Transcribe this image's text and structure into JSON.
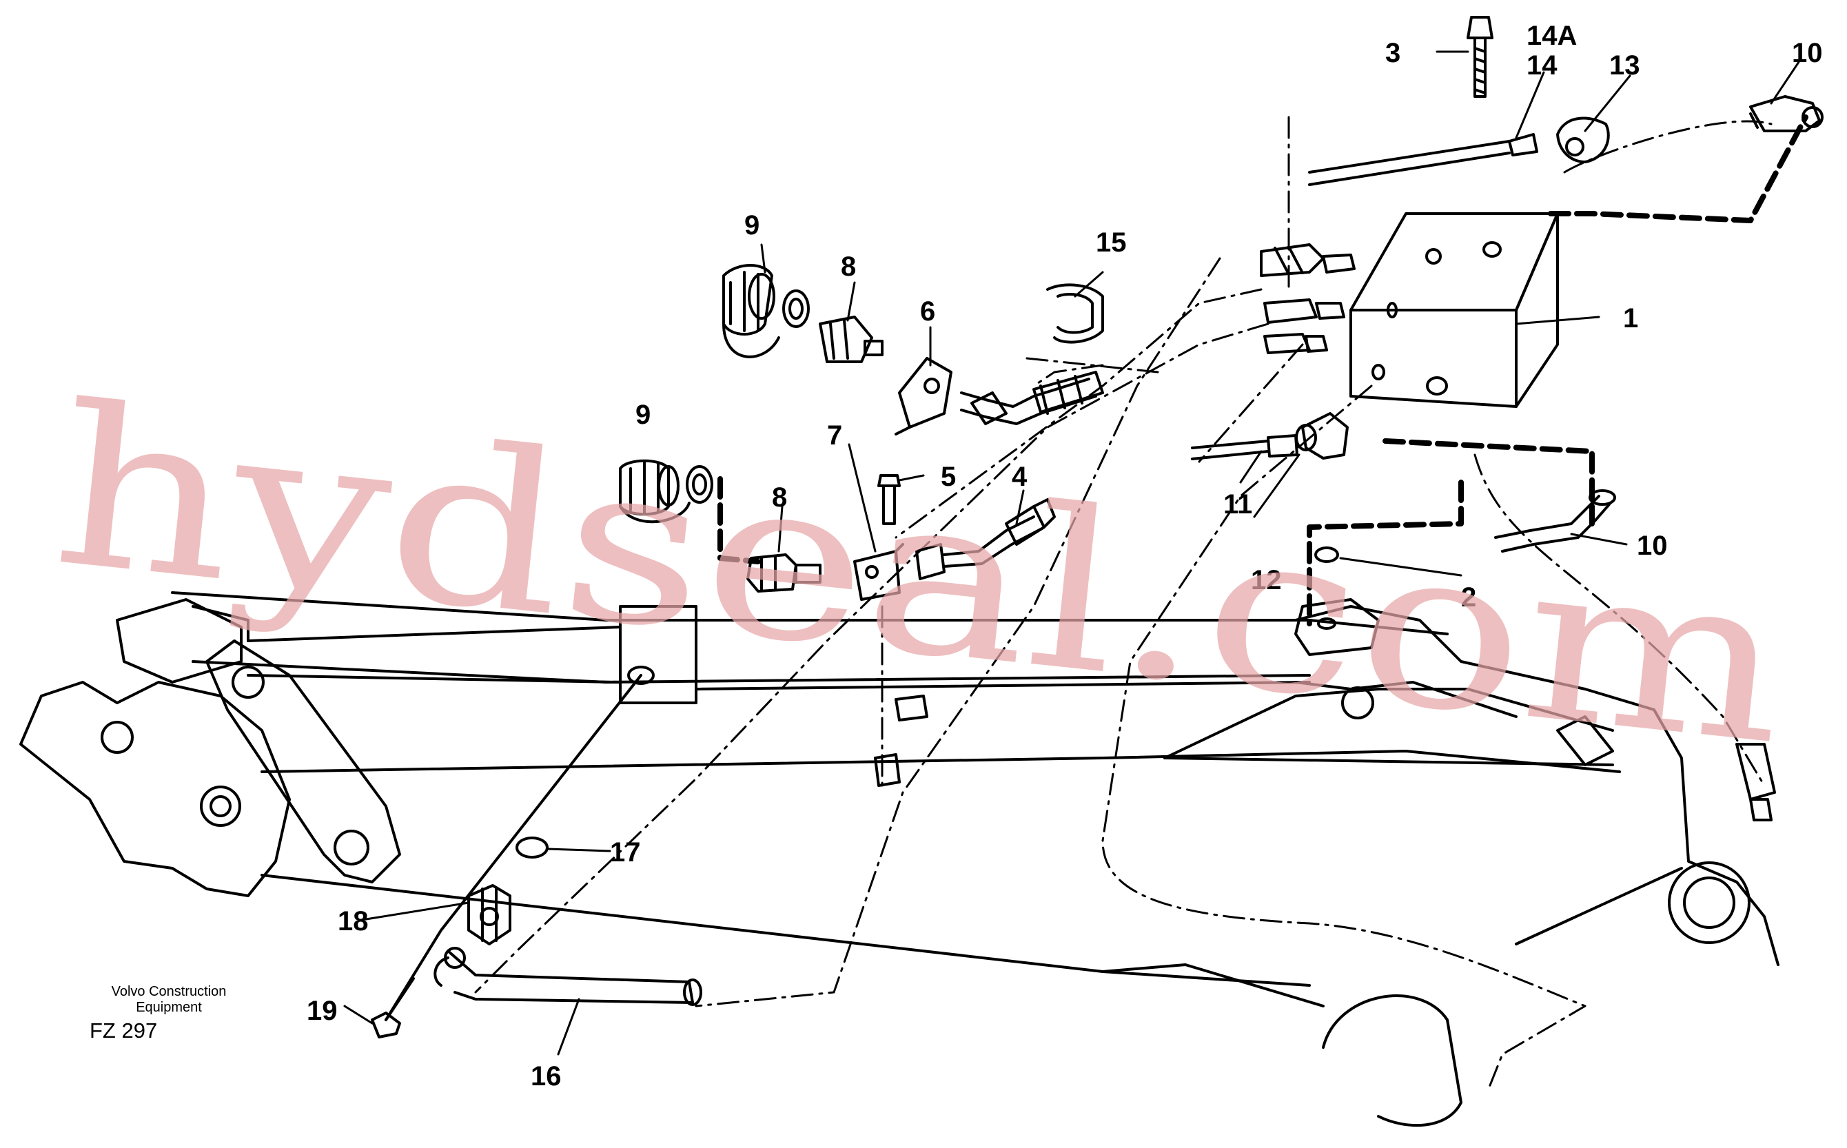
{
  "callouts": {
    "c1": "1",
    "c2": "2",
    "c3": "3",
    "c4": "4",
    "c5": "5",
    "c6": "6",
    "c7": "7",
    "c8a": "8",
    "c8b": "8",
    "c9a": "9",
    "c9b": "9",
    "c10a": "10",
    "c10b": "10",
    "c11": "11",
    "c12": "12",
    "c13": "13",
    "c14": "14",
    "c14A": "14A",
    "c15": "15",
    "c16": "16",
    "c17": "17",
    "c18": "18",
    "c19": "19"
  },
  "footer": {
    "line1": "Volvo Construction",
    "line2": "Equipment",
    "code": "FZ 297"
  },
  "watermark": "hydseal.com",
  "colors": {
    "ink": "#000000",
    "watermark": "#e8a6a8",
    "background": "#ffffff"
  }
}
